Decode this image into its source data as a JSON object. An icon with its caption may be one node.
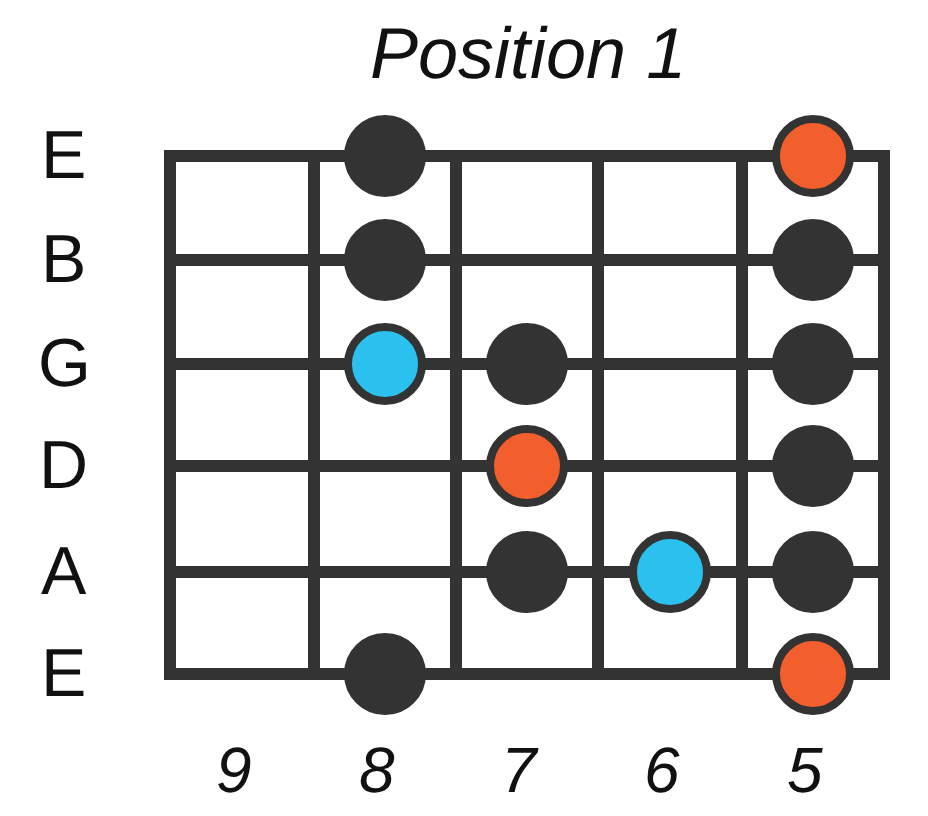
{
  "diagram": {
    "title": "Position 1",
    "labels": [
      "E",
      "B",
      "G",
      "D",
      "A",
      "E",
      "9",
      "8",
      "7",
      "6",
      "5"
    ]
  }
}
